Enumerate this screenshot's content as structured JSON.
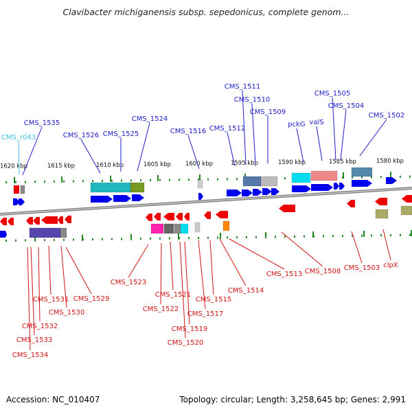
{
  "header": {
    "title": "Clavibacter michiganensis subsp. sepedonicus, complete genom..."
  },
  "footer": {
    "accession": "Accession: NC_010407",
    "topology": "Topology: circular; Length: 3,258,645 bp; Genes: 2,991"
  },
  "ruler": {
    "ticks": [
      "1620 kbp",
      "1615 kbp",
      "1610 kbp",
      "1605 kbp",
      "1600 kbp",
      "1595 kbp",
      "1590 kbp",
      "1585 kbp",
      "1580 kbp"
    ]
  },
  "colors": {
    "forward_label": "#1a1ac8",
    "reverse_label": "#d01010",
    "rna_label": "#38c0d8",
    "forward_arrow": "#0000ee",
    "reverse_arrow": "#ee0000",
    "tick": "#228822",
    "backbone": "#999999"
  },
  "genes": {
    "forward": [
      "CMS_r043",
      "CMS_1535",
      "CMS_1526",
      "CMS_1525",
      "CMS_1524",
      "CMS_1516",
      "CMS_1512",
      "CMS_1511",
      "CMS_1510",
      "CMS_1509",
      "pckG",
      "valS",
      "CMS_1505",
      "CMS_1504",
      "CMS_1502"
    ],
    "reverse": [
      "CMS_1534",
      "CMS_1533",
      "CMS_1532",
      "CMS_1531",
      "CMS_1530",
      "CMS_1529",
      "CMS_1523",
      "CMS_1522",
      "CMS_1521",
      "CMS_1520",
      "CMS_1519",
      "CMS_1517",
      "CMS_1515",
      "CMS_1514",
      "CMS_1513",
      "CMS_1508",
      "CMS_1503",
      "clpX"
    ]
  }
}
